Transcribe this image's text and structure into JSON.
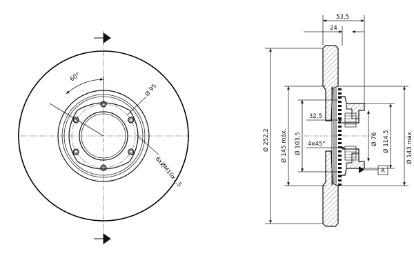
{
  "front_view": {
    "angle_label": "60°",
    "pcd_label": "Ø 95",
    "thread_label": "6xØM10x1,5"
  },
  "side_view": {
    "overall_width": "53,5",
    "hat_width": "24",
    "outer_diameter": "Ø 252,2",
    "friction_inner": "Ø 145 máx.",
    "hat_outer": "Ø 103,5",
    "hub_depth": "32,5",
    "chamfer": "4x45°",
    "center_bore": "Ø 76",
    "pilot_diameter": "Ø 114,5",
    "min_diameter": "Ø 143 máx.",
    "datum": "A"
  },
  "colors": {
    "line": "#111111",
    "hatch": "#555555",
    "background": "#ffffff"
  }
}
